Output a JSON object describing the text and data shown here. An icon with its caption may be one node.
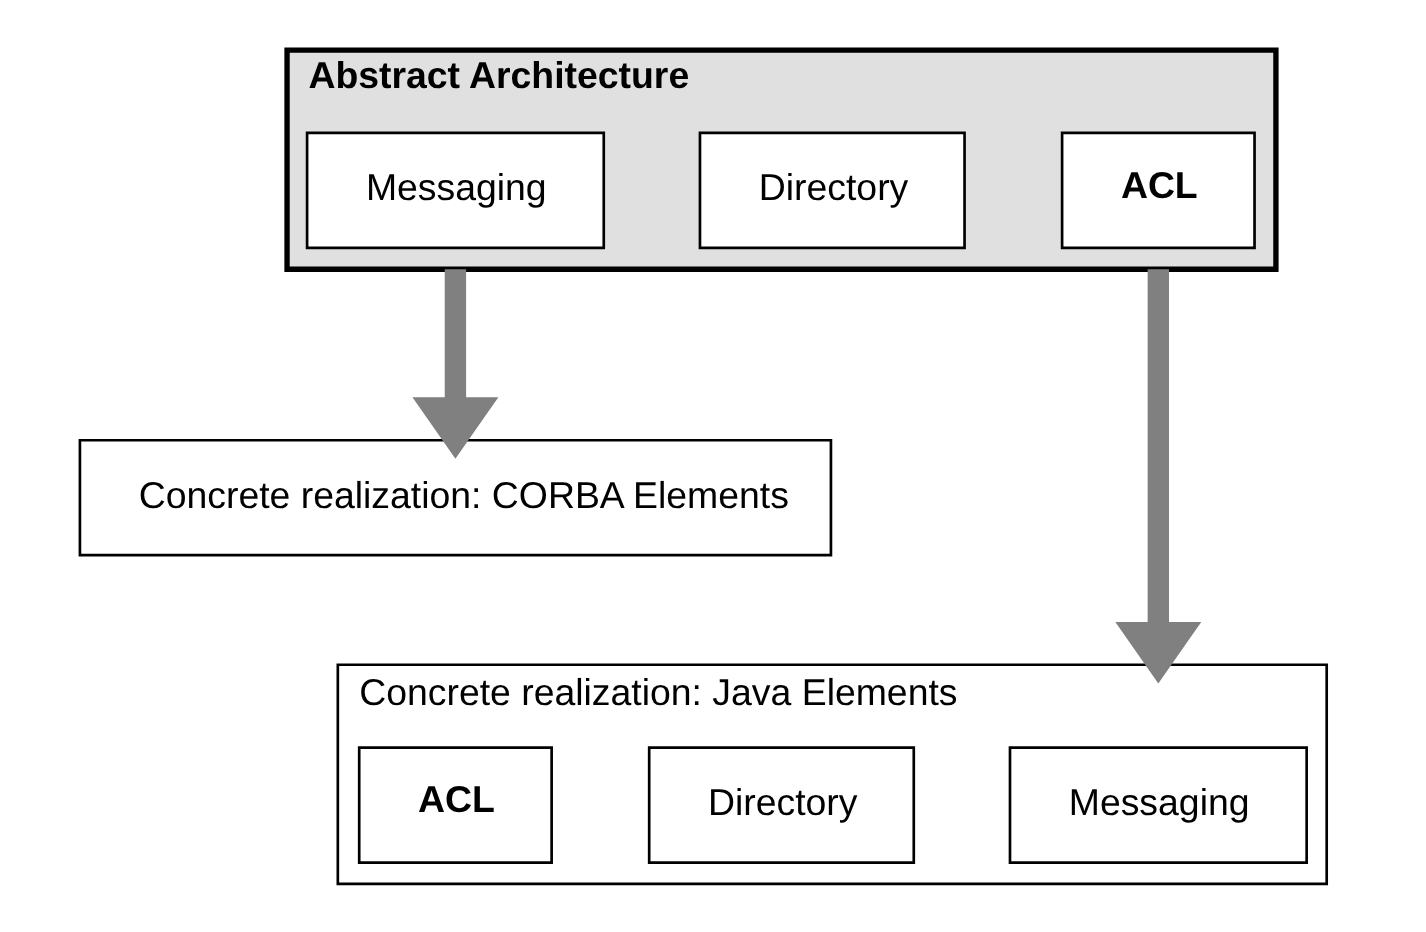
{
  "diagram": {
    "nodes": [
      {
        "text": [
          "Abstract Architecture"
        ]
      },
      {
        "text": [
          "Messaging"
        ],
        "in": 0
      },
      {
        "text": [
          "Directory"
        ],
        "in": 0
      },
      {
        "text": [
          "ACL"
        ],
        "in": 0
      },
      {
        "text": [
          "Concrete realization: CORBA Elements"
        ]
      },
      {
        "text": [
          "Concrete realization: Java Elements"
        ]
      },
      {
        "text": [
          "Messaging"
        ],
        "in": 5
      },
      {
        "text": [
          "Directory"
        ],
        "in": 5
      },
      {
        "text": [
          "ACL"
        ],
        "in": 5
      }
    ],
    "edges": [
      {
        "from": 0,
        "to": 4,
        "arrow": "to"
      },
      {
        "from": 0,
        "to": 5,
        "arrow": "to"
      }
    ]
  }
}
